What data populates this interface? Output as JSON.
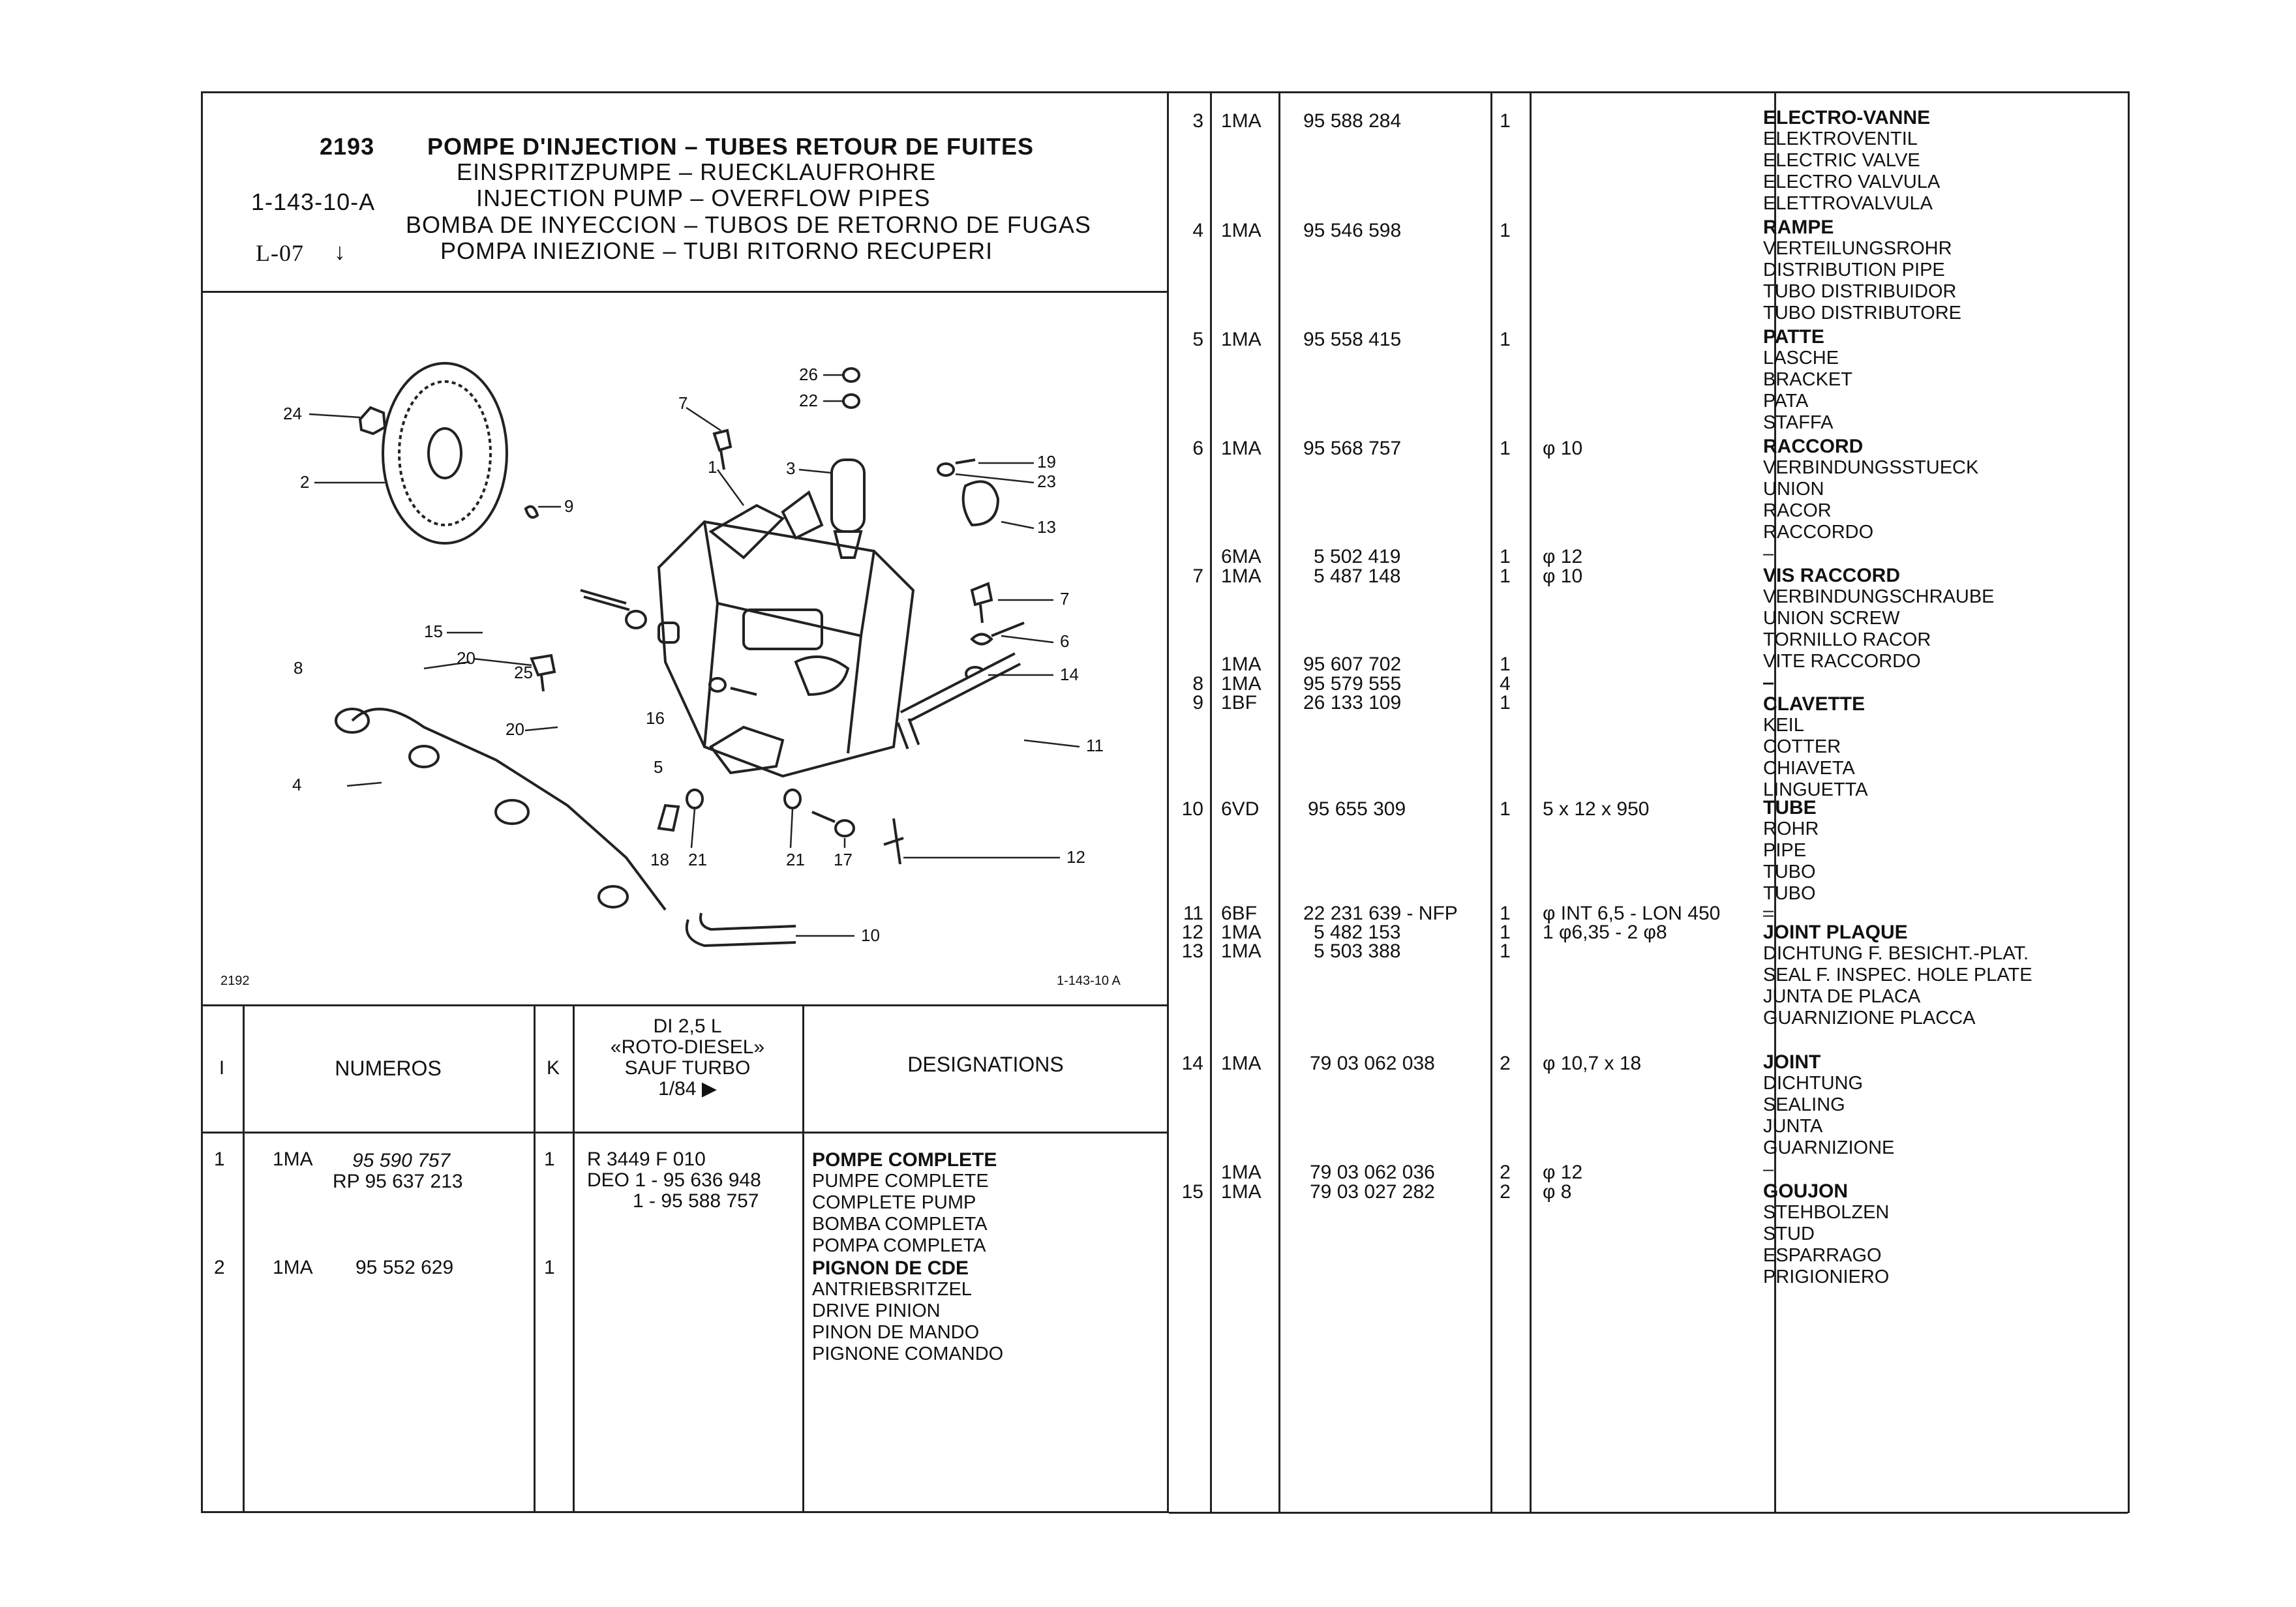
{
  "header": {
    "page_number": "2193",
    "ref": "1-143-10-A",
    "level": "L-07",
    "arrow_glyph": "↓",
    "titles": [
      "POMPE D'INJECTION – TUBES RETOUR DE FUITES",
      "EINSPRITZPUMPE – RUECKLAUFROHRE",
      "INJECTION PUMP   – OVERFLOW PIPES",
      "BOMBA DE INYECCION – TUBOS DE RETORNO DE FUGAS",
      "POMPA INIEZIONE – TUBI RITORNO RECUPERI"
    ]
  },
  "diagram": {
    "page_ref": "2192",
    "figure_ref": "1-143-10 A",
    "callouts": [
      "26",
      "22",
      "24",
      "7",
      "3",
      "19",
      "23",
      "2",
      "1",
      "9",
      "13",
      "7",
      "15",
      "20",
      "6",
      "8",
      "25",
      "14",
      "20",
      "16",
      "5",
      "11",
      "4",
      "18",
      "21",
      "21",
      "17",
      "12",
      "10"
    ]
  },
  "left_table": {
    "headers": {
      "index": "I",
      "numbers": "NUMEROS",
      "k": "K",
      "model": [
        "DI 2,5 L",
        "«ROTO-DIESEL»",
        "SAUF TURBO",
        "1/84 ▶"
      ],
      "designations": "DESIGNATIONS"
    },
    "rows": [
      {
        "index": "1",
        "code": "1MA",
        "numbers": [
          "95  590  757",
          "RP 95  637  213"
        ],
        "k": "1",
        "model": [
          "R 3449 F 010",
          "DEO 1 - 95 636 948",
          "1 - 95 588 757"
        ],
        "designation": [
          "POMPE COMPLETE",
          "PUMPE COMPLETE",
          "COMPLETE PUMP",
          "BOMBA COMPLETA",
          "POMPA COMPLETA"
        ]
      },
      {
        "index": "2",
        "code": "1MA",
        "numbers": [
          "95  552  629"
        ],
        "k": "1",
        "model": [],
        "designation": [
          "PIGNON DE CDE",
          "ANTRIEBSRITZEL",
          "DRIVE PINION",
          "PINON DE MANDO",
          "PIGNONE COMANDO"
        ]
      }
    ]
  },
  "right_table": {
    "rows": [
      {
        "index": "3",
        "code": "1MA",
        "number": "95  588  284",
        "k": "1",
        "spec": "",
        "designation": [
          "ELECTRO-VANNE",
          "ELEKTROVENTIL",
          "ELECTRIC VALVE",
          "ELECTRO VALVULA",
          "ELETTROVALVULA"
        ]
      },
      {
        "index": "4",
        "code": "1MA",
        "number": "95  546  598",
        "k": "1",
        "spec": "",
        "designation": [
          "RAMPE",
          "VERTEILUNGSROHR",
          "DISTRIBUTION PIPE",
          "TUBO DISTRIBUIDOR",
          "TUBO DISTRIBUTORE"
        ]
      },
      {
        "index": "5",
        "code": "1MA",
        "number": "95  558  415",
        "k": "1",
        "spec": "",
        "designation": [
          "PATTE",
          "LASCHE",
          "BRACKET",
          "PATA",
          "STAFFA"
        ]
      },
      {
        "index": "6",
        "code": "1MA",
        "number": "95  568  757",
        "k": "1",
        "spec": "φ 10",
        "designation": [
          "RACCORD",
          "VERBINDUNGSSTUECK",
          "UNION",
          "RACOR",
          "RACCORDO",
          "–"
        ]
      },
      {
        "index": "",
        "code": "6MA",
        "number": "5  502  419",
        "k": "1",
        "spec": "φ 12",
        "designation": []
      },
      {
        "index": "7",
        "code": "1MA",
        "number": "5  487  148",
        "k": "1",
        "spec": "φ 10",
        "designation": [
          "VIS RACCORD",
          "VERBINDUNGSCHRAUBE",
          "UNION SCREW",
          "TORNILLO RACOR",
          "VITE RACCORDO",
          "–"
        ]
      },
      {
        "index": "",
        "code": "1MA",
        "number": "95  607  702",
        "k": "1",
        "spec": "",
        "designation": []
      },
      {
        "index": "8",
        "code": "1MA",
        "number": "95  579  555",
        "k": "4",
        "spec": "",
        "designation": []
      },
      {
        "index": "9",
        "code": "1BF",
        "number": "26  133  109",
        "k": "1",
        "spec": "",
        "designation": [
          "–",
          "CLAVETTE",
          "KEIL",
          "COTTER",
          "CHIAVETA",
          "LINGUETTA"
        ]
      },
      {
        "index": "10",
        "code": "6VD",
        "number": "95  655  309",
        "k": "1",
        "spec": "5 x 12 x 950",
        "designation": [
          "TUBE",
          "ROHR",
          "PIPE",
          "TUBO",
          "TUBO",
          "–"
        ]
      },
      {
        "index": "11",
        "code": "6BF",
        "number": "22  231  639 - NFP",
        "k": "1",
        "spec": "φ INT 6,5 - LON 450",
        "designation": []
      },
      {
        "index": "12",
        "code": "1MA",
        "number": "5  482  153",
        "k": "1",
        "spec": "1 φ6,35 - 2 φ8",
        "designation": []
      },
      {
        "index": "13",
        "code": "1MA",
        "number": "5  503  388",
        "k": "1",
        "spec": "",
        "designation": [
          "–",
          "JOINT PLAQUE",
          "DICHTUNG F. BESICHT.-PLAT.",
          "SEAL F. INSPEC. HOLE PLATE",
          "JUNTA DE PLACA",
          "GUARNIZIONE PLACCA"
        ]
      },
      {
        "index": "14",
        "code": "1MA",
        "number": "79  03  062  038",
        "k": "2",
        "spec": "φ 10,7 x 18",
        "designation": [
          "JOINT",
          "DICHTUNG",
          "SEALING",
          "JUNTA",
          "GUARNIZIONE",
          "–"
        ]
      },
      {
        "index": "",
        "code": "1MA",
        "number": "79  03  062  036",
        "k": "2",
        "spec": "φ 12",
        "designation": []
      },
      {
        "index": "15",
        "code": "1MA",
        "number": "79  03  027  282",
        "k": "2",
        "spec": "φ 8",
        "designation": [
          "GOUJON",
          "STEHBOLZEN",
          "STUD",
          "ESPARRAGO",
          "PRIGIONIERO"
        ]
      }
    ]
  }
}
